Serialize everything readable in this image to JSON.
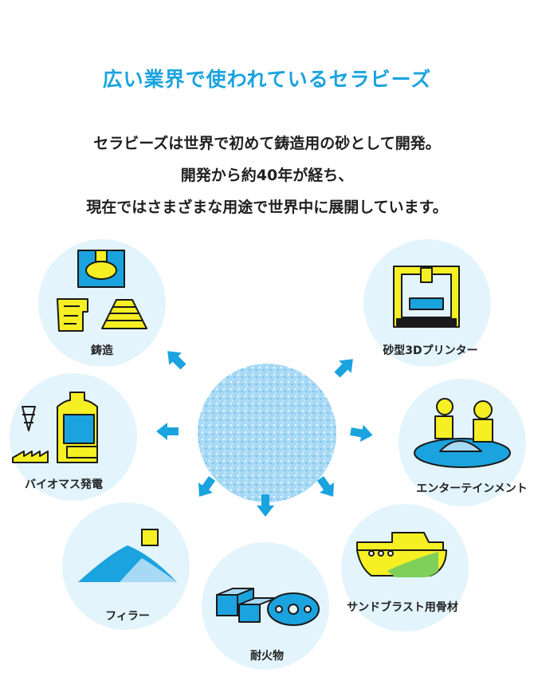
{
  "header": {
    "title": "広い業界で使われているセラビーズ",
    "lead": [
      "セラビーズは世界で初めて鋳造用の砂として開発。",
      "開発から約40年が経ち、",
      "現在ではさまざまな用途で世界中に展開しています。"
    ]
  },
  "applications": [
    {
      "label": "鋳造",
      "icon": "casting-icon"
    },
    {
      "label": "砂型3Dプリンター",
      "icon": "3d-printer-icon"
    },
    {
      "label": "バイオマス発電",
      "icon": "biomass-plant-icon"
    },
    {
      "label": "エンターテインメント",
      "icon": "kids-sandbox-icon"
    },
    {
      "label": "フィラー",
      "icon": "powder-pile-icon"
    },
    {
      "label": "耐火物",
      "icon": "refractory-bricks-icon"
    },
    {
      "label": "サンドブラスト用骨材",
      "icon": "ship-icon"
    }
  ],
  "colors": {
    "accent": "#1aa3de",
    "circle_bg": "#e3f4fd",
    "yellow": "#f6ef23",
    "outline": "#1a1a1a",
    "center_ball": "#9fd4f2"
  }
}
